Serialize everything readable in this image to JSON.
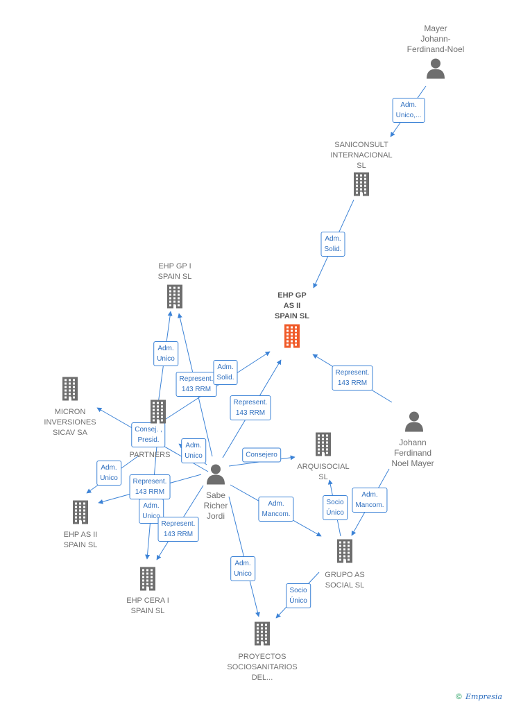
{
  "nodes": [
    {
      "id": "mayer",
      "type": "person",
      "label": "Mayer\nJohann-\nFerdinand-Noel"
    },
    {
      "id": "saniconsult",
      "type": "company",
      "label": "SANICONSULT\nINTERNACIONAL\nSL"
    },
    {
      "id": "ehpgpasii",
      "type": "company-focus",
      "label": "EHP GP\nAS II\nSPAIN  SL"
    },
    {
      "id": "ehpgpi",
      "type": "company",
      "label": "EHP GP I\nSPAIN  SL"
    },
    {
      "id": "micron",
      "type": "company",
      "label": "MICRON\nINVERSIONES\nSICAV SA"
    },
    {
      "id": "partners",
      "type": "company",
      "label": "PARTNERS"
    },
    {
      "id": "sabe",
      "type": "person",
      "label": "Sabe\nRicher\nJordi"
    },
    {
      "id": "johann",
      "type": "person",
      "label": "Johann\nFerdinand\nNoel Mayer"
    },
    {
      "id": "arquisocial",
      "type": "company",
      "label": "ARQUISOCIAL\nSL"
    },
    {
      "id": "ehpasii",
      "type": "company",
      "label": "EHP AS II\nSPAIN  SL"
    },
    {
      "id": "grupoas",
      "type": "company",
      "label": "GRUPO AS\nSOCIAL  SL"
    },
    {
      "id": "ehpcera",
      "type": "company",
      "label": "EHP CERA I\nSPAIN  SL"
    },
    {
      "id": "proyectos",
      "type": "company",
      "label": "PROYECTOS\nSOCIOSANITARIOS\nDEL..."
    }
  ],
  "edges": [
    {
      "label": "Adm.\nUnico,..."
    },
    {
      "label": "Adm.\nSolid."
    },
    {
      "label": "Adm.\nUnico"
    },
    {
      "label": "Represent.\n143 RRM"
    },
    {
      "label": "Adm.\nSolid."
    },
    {
      "label": "Represent.\n143 RRM"
    },
    {
      "label": "Represent.\n143 RRM"
    },
    {
      "label": "Consej. ,\nPresid."
    },
    {
      "label": "Adm.\nUnico"
    },
    {
      "label": "Consejero"
    },
    {
      "label": "Adm.\nUnico"
    },
    {
      "label": "Represent.\n143 RRM"
    },
    {
      "label": "Adm.\nUnico"
    },
    {
      "label": "Represent.\n143 RRM"
    },
    {
      "label": "Adm.\nMancom."
    },
    {
      "label": "Socio\nÚnico"
    },
    {
      "label": "Adm.\nMancom."
    },
    {
      "label": "Adm.\nUnico"
    },
    {
      "label": "Socio\nÚnico"
    }
  ],
  "colors": {
    "edge": "#3b82d6",
    "icon": "#6e6e6e",
    "focus": "#f05a28"
  },
  "brand": {
    "symbol": "©",
    "text": "mpresia",
    "initial": "E"
  }
}
